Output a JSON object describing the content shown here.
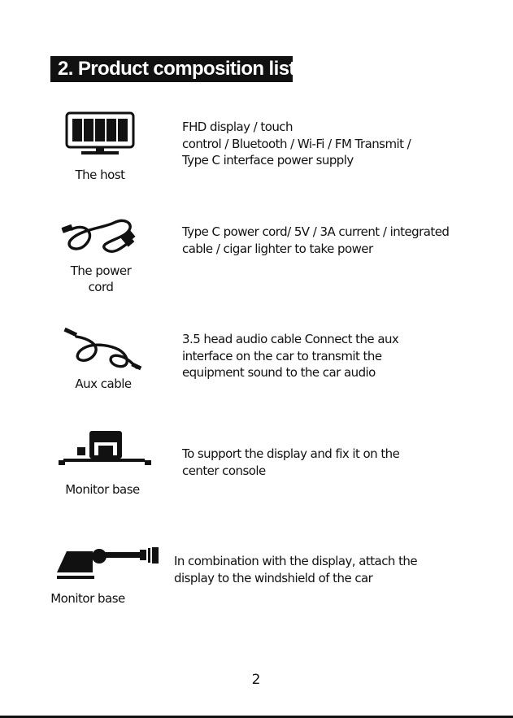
{
  "section_title": "2. Product composition list",
  "items": [
    {
      "icon": "monitor-icon",
      "label": "The host",
      "description": [
        "FHD display / touch",
        "control / Bluetooth / Wi-Fi / FM  Transmit /",
        "Type C interface power supply"
      ]
    },
    {
      "icon": "power-cord-icon",
      "label": [
        "The power",
        "cord"
      ],
      "description": [
        "Type C power cord/ 5V / 3A current / integrated",
        " cable / cigar lighter to take power"
      ]
    },
    {
      "icon": "aux-cable-icon",
      "label": "Aux cable",
      "description": [
        "3.5 head audio cable Connect the aux",
        "interface on the car to transmit the",
        "equipment sound to the car audio"
      ]
    },
    {
      "icon": "monitor-base-icon",
      "label": "Monitor base",
      "description": [
        "To support the display and fix it on the",
        "center console"
      ]
    },
    {
      "icon": "windshield-mount-icon",
      "label": "Monitor base",
      "description": [
        "In combination with the display, attach the",
        "display to the windshield of the car"
      ]
    }
  ],
  "page_number": "2"
}
